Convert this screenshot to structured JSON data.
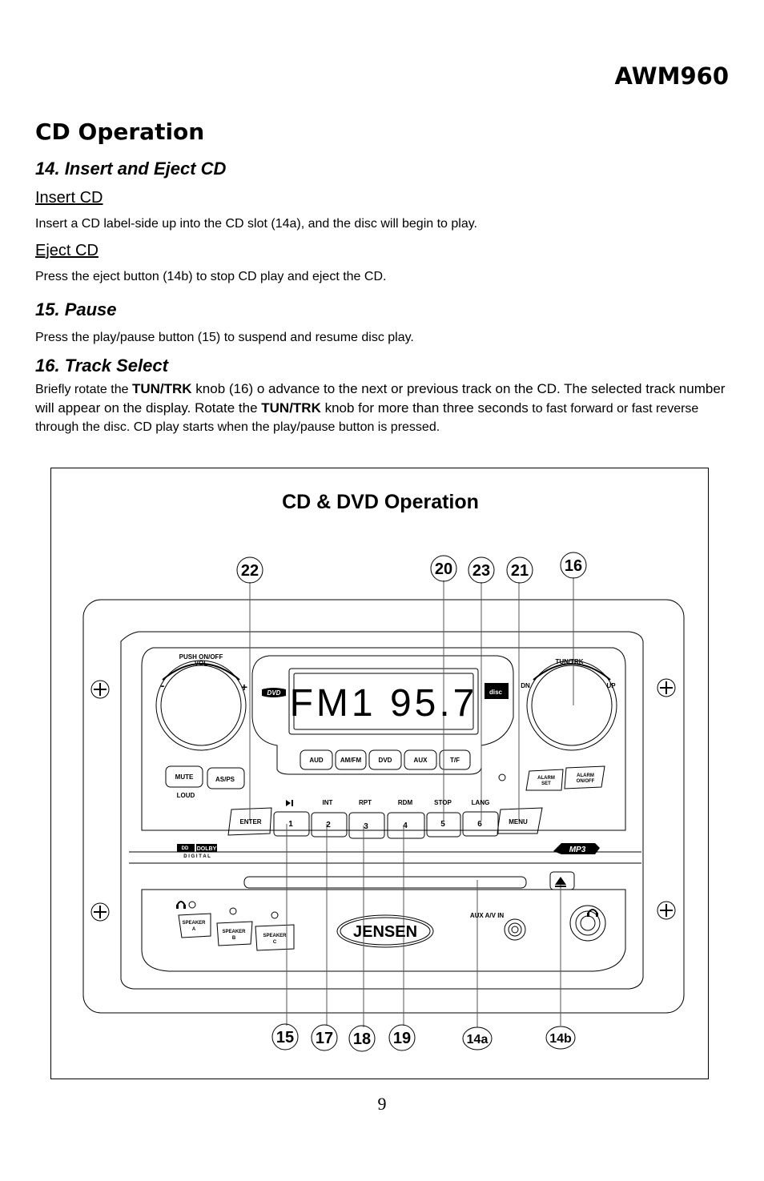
{
  "header": {
    "model": "AWM960"
  },
  "section_title": "CD Operation",
  "s14": {
    "heading": "14. Insert and Eject CD",
    "insert_heading": "Insert CD",
    "insert_text": "Insert a CD label-side up into the CD slot (14a), and the disc will begin to play.",
    "eject_heading": "Eject CD",
    "eject_text": "Press the eject button (14b) to stop CD play and eject the CD."
  },
  "s15": {
    "heading": "15. Pause",
    "text": "Press the play/pause button (15) to suspend and resume disc play."
  },
  "s16": {
    "heading": "16. Track Select",
    "t1": "Briefly rotate the ",
    "b1": "TUN/TRK",
    "t2": " knob (16) o advance to the next or previous track on the CD. The selected track number will appear on the display. Rotate the ",
    "b2": "TUN/TRK",
    "t3": " knob for more than three seconds",
    "t4": " to fast forward or fast reverse through the disc. CD play starts when the play/pause button is pressed."
  },
  "figure": {
    "title": "CD & DVD Operation",
    "callouts": [
      "22",
      "20",
      "23",
      "21",
      "16",
      "15",
      "17",
      "18",
      "19",
      "14a",
      "14b"
    ],
    "knob_left_label": "PUSH ON/OFF",
    "knob_left_sub": "VOL",
    "knob_right_label": "TUN/TRK",
    "dn": "DN",
    "up": "UP",
    "display_text": "FM1 95.7",
    "source_buttons": [
      "AUD",
      "AM/FM",
      "DVD",
      "AUX",
      "T/F"
    ],
    "mute": "MUTE",
    "loud": "LOUD",
    "asps": "AS/PS",
    "enter": "ENTER",
    "menu": "MENU",
    "alarm_set": [
      "ALARM",
      "SET"
    ],
    "alarm_onoff": [
      "ALARM",
      "ON/OFF"
    ],
    "preset_labels": [
      "INT",
      "RPT",
      "RDM",
      "STOP",
      "LANG"
    ],
    "preset_numbers": [
      "1",
      "2",
      "3",
      "4",
      "5",
      "6"
    ],
    "dolby": "DOLBY",
    "digital": "D I G I T A L",
    "mp3": "MP3",
    "speakers": [
      [
        "SPEAKER",
        "A"
      ],
      [
        "SPEAKER",
        "B"
      ],
      [
        "SPEAKER",
        "C"
      ]
    ],
    "brand": "JENSEN",
    "aux_in": "AUX A/V IN",
    "dvd_logo": "DVD",
    "disc_logo": "disc"
  },
  "page_number": "9"
}
